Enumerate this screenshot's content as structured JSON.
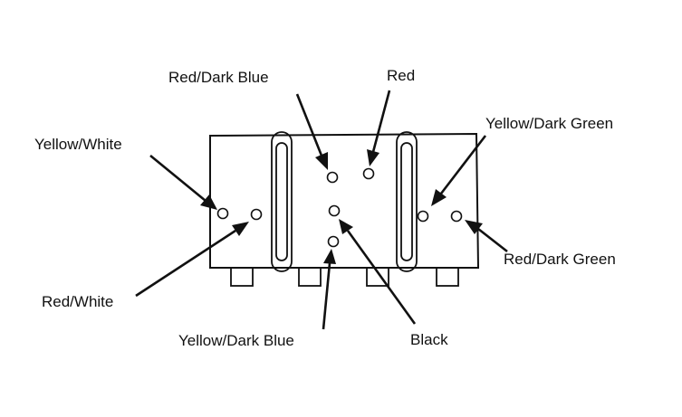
{
  "labels": {
    "yellow_white": "Yellow/White",
    "red_dark_blue": "Red/Dark Blue",
    "red": "Red",
    "yellow_dark_green": "Yellow/Dark Green",
    "red_dark_green": "Red/Dark Green",
    "red_white": "Red/White",
    "yellow_dark_blue": "Yellow/Dark Blue",
    "black": "Black"
  },
  "colors": {
    "ink": "#111111",
    "background": "#ffffff"
  }
}
